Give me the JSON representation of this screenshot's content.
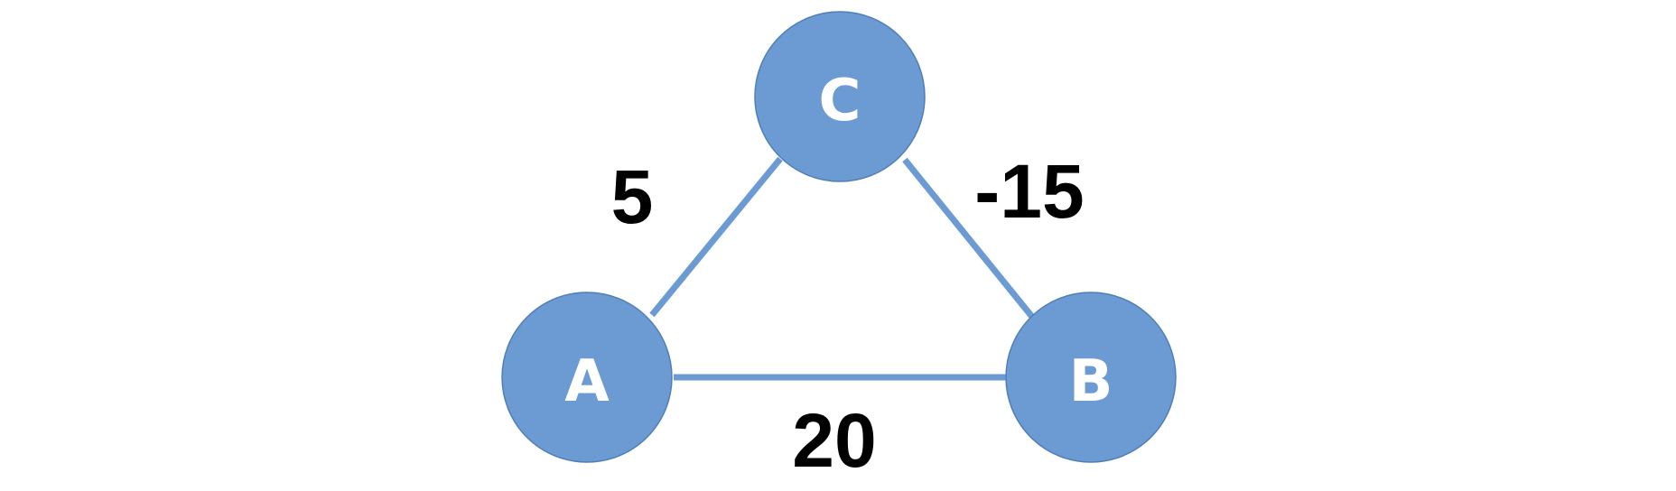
{
  "colors": {
    "node_fill": "#6b9bd2",
    "edge": "#6b9bd2",
    "weight_text": "#000000",
    "node_text": "#ffffff"
  },
  "nodes": [
    {
      "id": "C",
      "label": "C"
    },
    {
      "id": "A",
      "label": "A"
    },
    {
      "id": "B",
      "label": "B"
    }
  ],
  "edges": [
    {
      "from": "C",
      "to": "A",
      "weight": "5"
    },
    {
      "from": "B",
      "to": "C",
      "weight": "-15"
    },
    {
      "from": "A",
      "to": "B",
      "weight": "20"
    }
  ]
}
